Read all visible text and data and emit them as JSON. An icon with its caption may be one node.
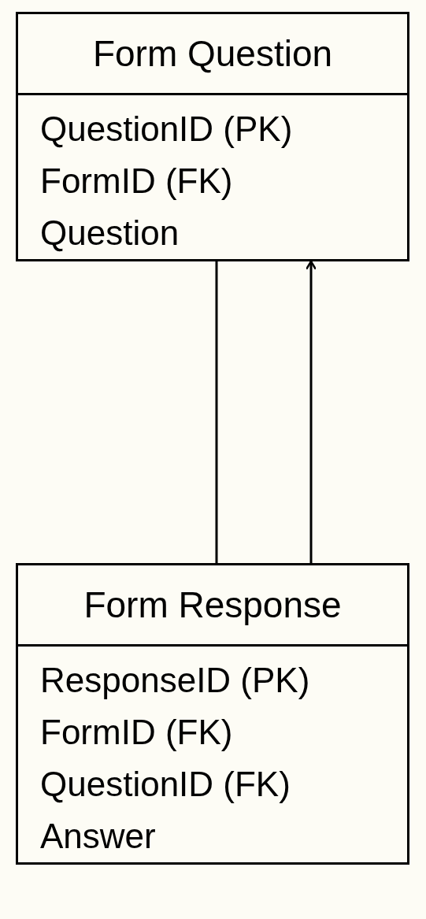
{
  "diagram": {
    "nodes": [
      {
        "text": [
          "Form Question",
          "QuestionID (PK)",
          "FormID (FK)",
          "Question"
        ]
      },
      {
        "text": [
          "Form Response",
          "ResponseID (PK)",
          "FormID (FK)",
          "QuestionID (FK)",
          "Answer"
        ]
      }
    ],
    "edges": [
      {
        "from": 0,
        "to": 1,
        "arrow": "none"
      },
      {
        "from": 1,
        "to": 0,
        "arrow": "to"
      }
    ]
  }
}
